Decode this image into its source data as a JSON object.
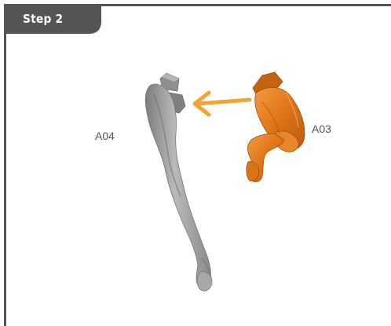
{
  "step": {
    "label": "Step 2"
  },
  "parts": {
    "target_label": "A04",
    "source_label": "A03"
  },
  "colors": {
    "frame": "#555555",
    "tab": "#555555",
    "target_part": "#9a9a9a",
    "source_part": "#e37b1c",
    "arrow": "#f2a533"
  },
  "icons": {
    "arrow": "arrow-left-icon"
  }
}
